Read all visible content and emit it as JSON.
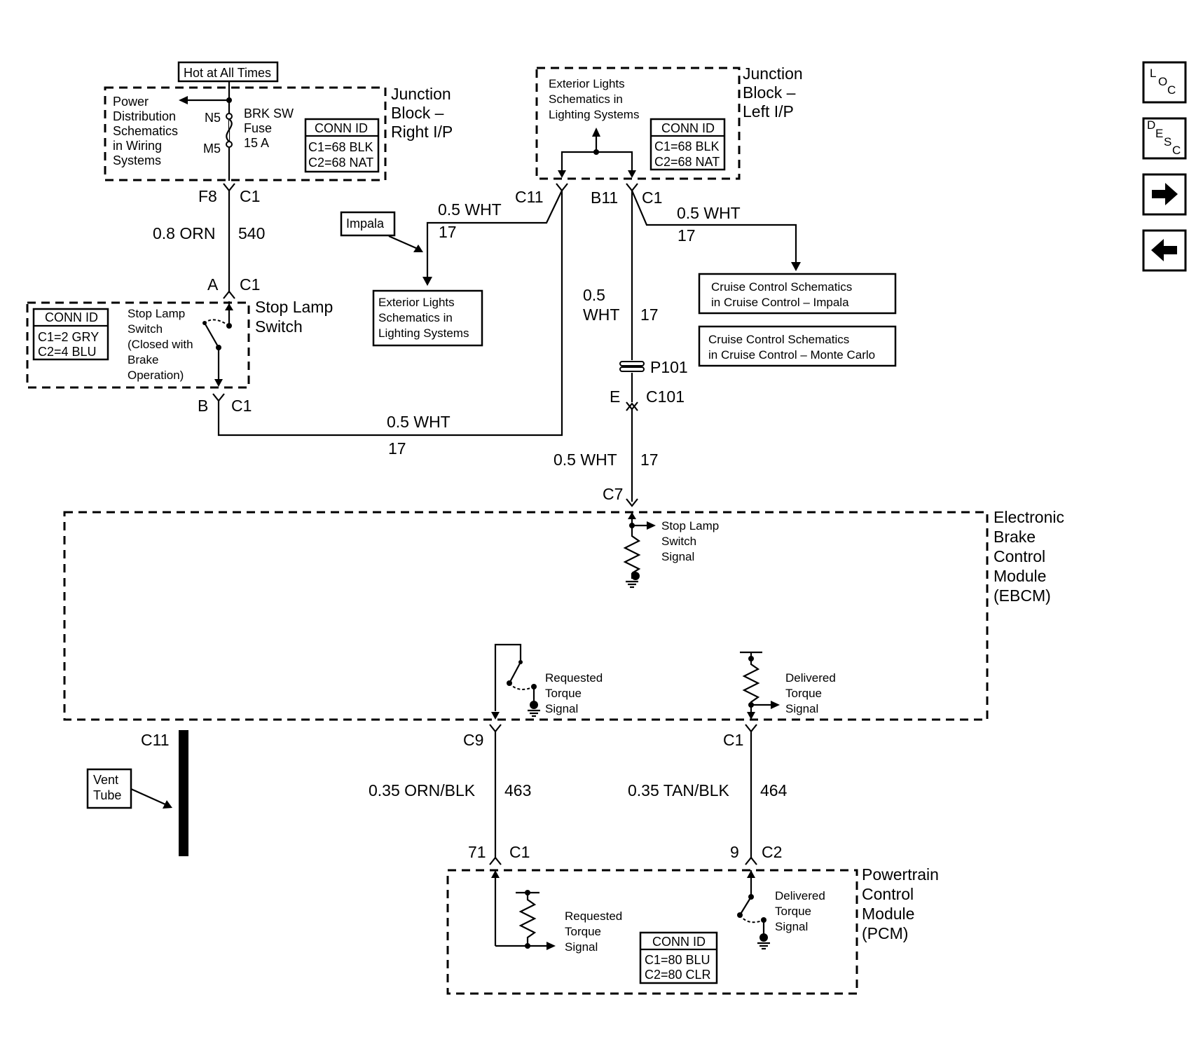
{
  "power": {
    "hot_label": "Hot at All Times",
    "schem_lines": [
      "Power",
      "Distribution",
      "Schematics",
      "in Wiring",
      "Systems"
    ],
    "n5": "N5",
    "m5": "M5",
    "fuse_lines": [
      "BRK SW",
      "Fuse",
      "15 A"
    ]
  },
  "jb_right": {
    "title_lines": [
      "Junction",
      "Block –",
      "Right I/P"
    ],
    "conn_title": "CONN ID",
    "conn_lines": [
      "C1=68 BLK",
      "C2=68 NAT"
    ]
  },
  "jb_left": {
    "title_lines": [
      "Junction",
      "Block –",
      "Left I/P"
    ],
    "schem_lines": [
      "Exterior Lights",
      "Schematics in",
      "Lighting Systems"
    ],
    "conn_title": "CONN ID",
    "conn_lines": [
      "C1=68 BLK",
      "C2=68 NAT"
    ]
  },
  "f8_conn": {
    "pin": "F8",
    "conn": "C1"
  },
  "wire_540": {
    "gauge": "0.8 ORN",
    "circuit": "540"
  },
  "stop_lamp": {
    "pin_a": "A",
    "conn_a": "C1",
    "pin_b": "B",
    "conn_b": "C1",
    "title_lines": [
      "Stop Lamp",
      "Switch"
    ],
    "desc_lines": [
      "Stop Lamp",
      "Switch",
      "(Closed with",
      "Brake",
      "Operation)"
    ],
    "conn_title": "CONN ID",
    "conn_lines": [
      "C1=2 GRY",
      "C2=4 BLU"
    ]
  },
  "wire_bottom_17": {
    "gauge": "0.5 WHT",
    "circuit": "17"
  },
  "c11_conn": {
    "conn": "C11"
  },
  "b11_conn": {
    "pin": "B11",
    "conn": "C1"
  },
  "wire_impala_17": {
    "gauge": "0.5 WHT",
    "circuit": "17"
  },
  "impala_label": "Impala",
  "ext_lights_lines": [
    "Exterior Lights",
    "Schematics in",
    "Lighting Systems"
  ],
  "wire_cruise_17": {
    "gauge": "0.5 WHT",
    "circuit": "17"
  },
  "cruise_impala_lines": [
    "Cruise Control Schematics",
    "in Cruise Control – Impala"
  ],
  "cruise_monte_lines": [
    "Cruise Control Schematics",
    "in Cruise Control – Monte Carlo"
  ],
  "wire_down_17": {
    "gauge_lines": [
      "0.5",
      "WHT"
    ],
    "circuit": "17"
  },
  "splice": {
    "label": "P101"
  },
  "c101": {
    "pin": "E",
    "conn": "C101"
  },
  "wire_c7_17": {
    "gauge": "0.5 WHT",
    "circuit": "17"
  },
  "c7_label": "C7",
  "ebcm": {
    "title_lines": [
      "Electronic",
      "Brake",
      "Control",
      "Module",
      "(EBCM)"
    ],
    "stop_signal_lines": [
      "Stop Lamp",
      "Switch",
      "Signal"
    ],
    "req_signal_lines": [
      "Requested",
      "Torque",
      "Signal"
    ],
    "del_signal_lines": [
      "Delivered",
      "Torque",
      "Signal"
    ]
  },
  "c11_vent": "C11",
  "vent_tube_lines": [
    "Vent",
    "Tube"
  ],
  "c9_label": "C9",
  "c1_ebcm_label": "C1",
  "wire_463": {
    "gauge": "0.35 ORN/BLK",
    "circuit": "463"
  },
  "wire_464": {
    "gauge": "0.35 TAN/BLK",
    "circuit": "464"
  },
  "pcm_c1": {
    "pin": "71",
    "conn": "C1"
  },
  "pcm_c2": {
    "pin": "9",
    "conn": "C2"
  },
  "pcm": {
    "title_lines": [
      "Powertrain",
      "Control",
      "Module",
      "(PCM)"
    ],
    "req_signal_lines": [
      "Requested",
      "Torque",
      "Signal"
    ],
    "del_signal_lines": [
      "Delivered",
      "Torque",
      "Signal"
    ],
    "conn_title": "CONN ID",
    "conn_lines": [
      "C1=80 BLU",
      "C2=80 CLR"
    ]
  },
  "nav": {
    "loc_letters": [
      "L",
      "O",
      "C"
    ],
    "desc_letters": [
      "D",
      "E",
      "S",
      "C"
    ],
    "next_icon": "right-arrow-icon",
    "prev_icon": "left-arrow-icon"
  }
}
